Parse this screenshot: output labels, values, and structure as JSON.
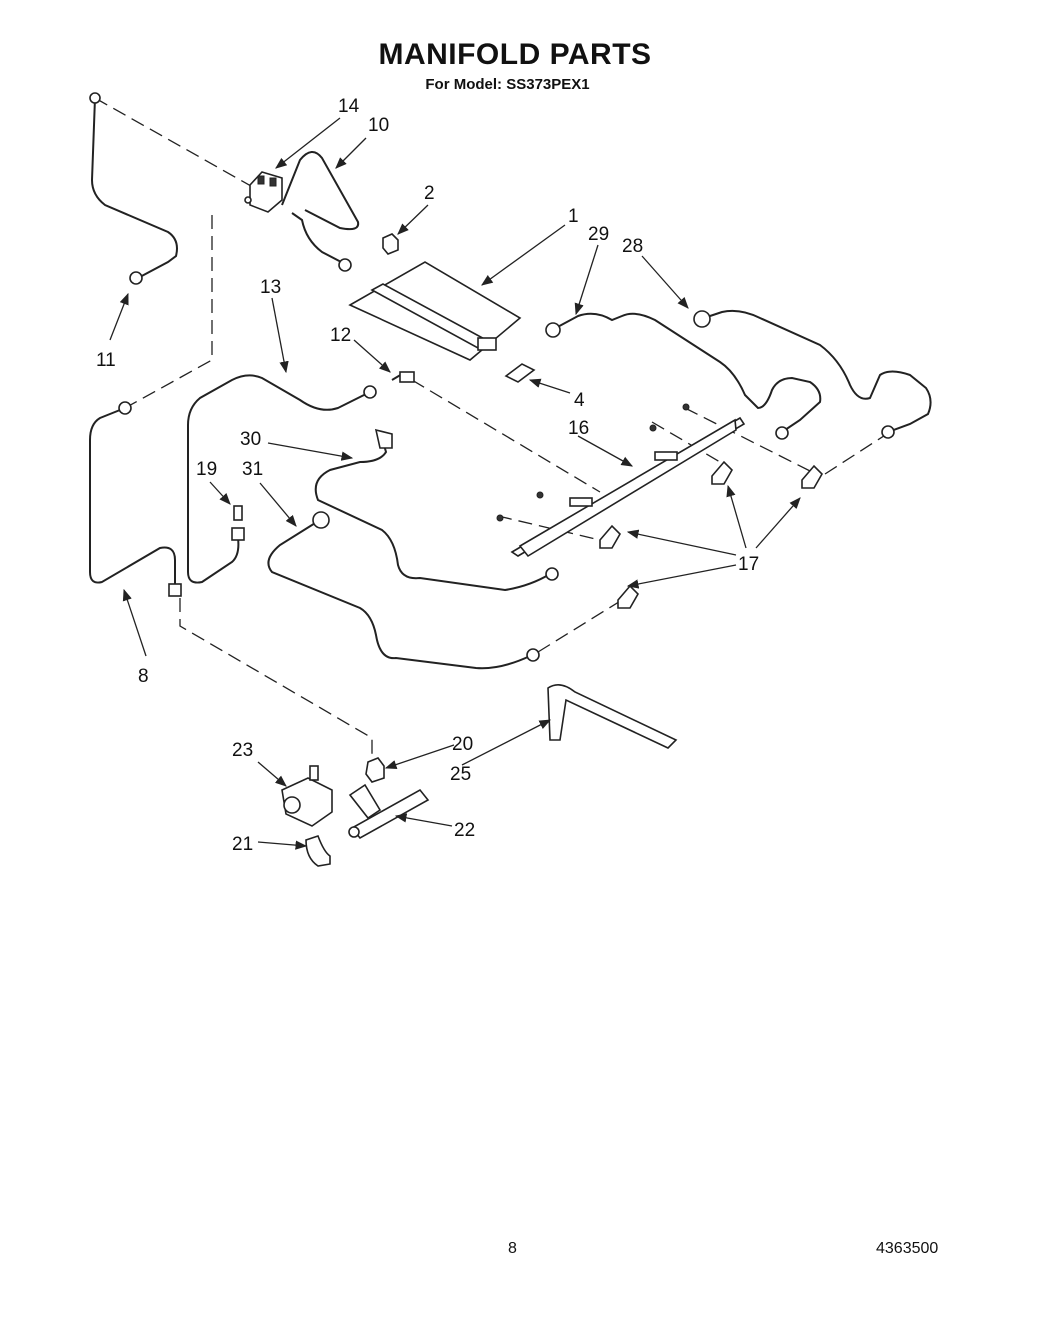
{
  "header": {
    "title": "MANIFOLD PARTS",
    "subtitle": "For Model: SS373PEX1"
  },
  "footer": {
    "page_number": "8",
    "doc_number": "4363500"
  },
  "callouts": {
    "c1": "1",
    "c2": "2",
    "c4": "4",
    "c8": "8",
    "c10": "10",
    "c11": "11",
    "c12": "12",
    "c13": "13",
    "c14": "14",
    "c16": "16",
    "c17": "17",
    "c19": "19",
    "c20": "20",
    "c21": "21",
    "c22": "22",
    "c23": "23",
    "c25": "25",
    "c28": "28",
    "c29": "29",
    "c30": "30",
    "c31": "31"
  }
}
